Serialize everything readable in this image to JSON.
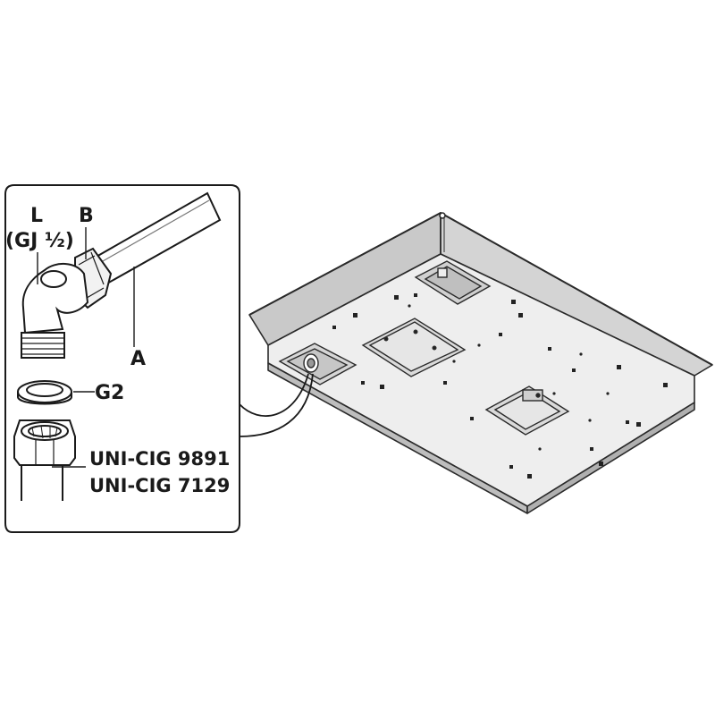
{
  "labels": {
    "L": "L",
    "gj": "(GJ ½)",
    "B": "B",
    "A": "A",
    "G2": "G2",
    "uni1": "UNI-CIG 9891",
    "uni2": "UNI-CIG 7129"
  }
}
